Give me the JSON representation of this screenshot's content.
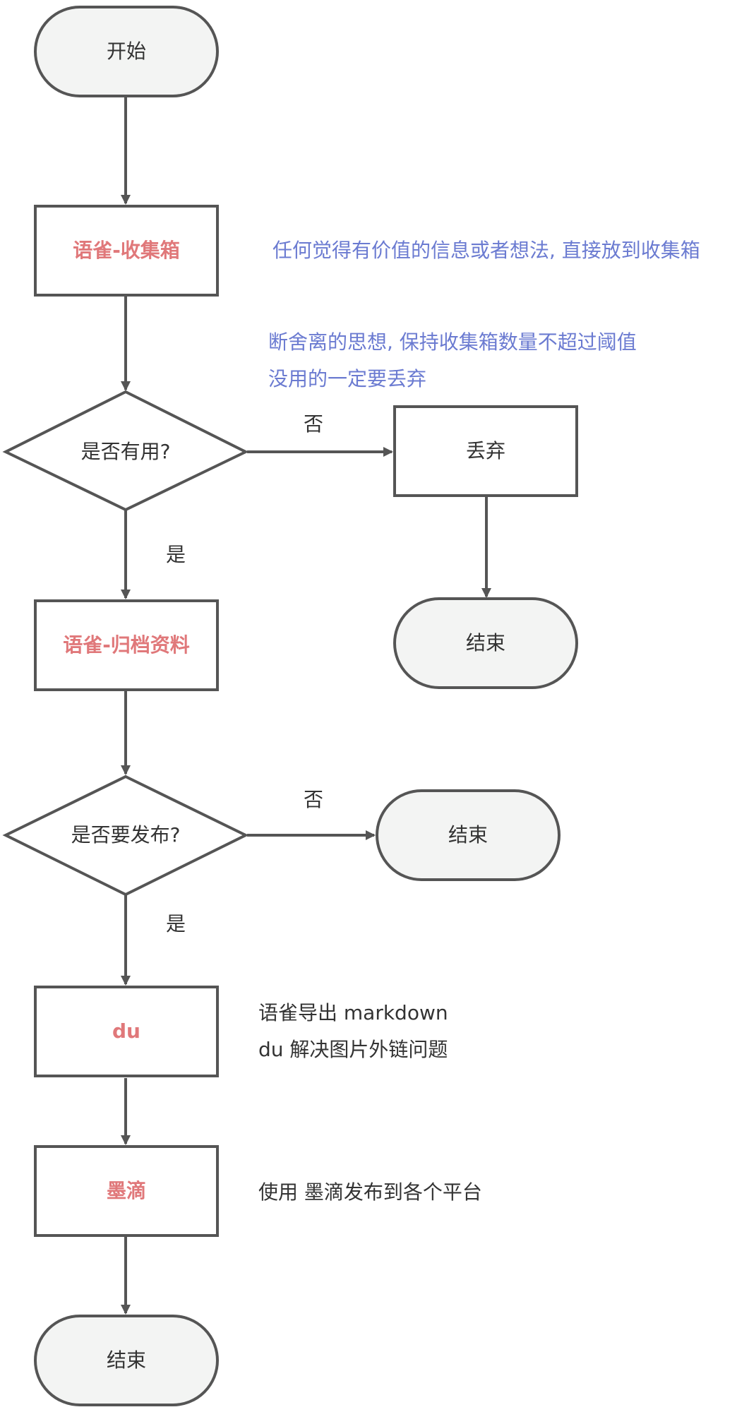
{
  "colors": {
    "line": "#555555",
    "terminal_fill": "#f3f4f3",
    "box_fill": "#ffffff",
    "accent_text": "#e0787a",
    "note_blue": "#6b7bd1",
    "text": "#333333"
  },
  "nodes": {
    "start": "开始",
    "collect": "语雀-收集箱",
    "useful": "是否有用?",
    "discard": "丢弃",
    "end_discard": "结束",
    "archive": "语雀-归档资料",
    "publish": "是否要发布?",
    "end_nopublish": "结束",
    "du": "du",
    "modi": "墨滴",
    "end_final": "结束"
  },
  "edge_labels": {
    "useful_no": "否",
    "useful_yes": "是",
    "publish_no": "否",
    "publish_yes": "是"
  },
  "notes": {
    "collect_note": "任何觉得有价值的信息或者想法, 直接放到收集箱",
    "useful_note_line1": "断舍离的思想, 保持收集箱数量不超过阈值",
    "useful_note_line2": "没用的一定要丢弃",
    "du_note_line1": "语雀导出 markdown",
    "du_note_line2": "du 解决图片外链问题",
    "modi_note": "使用 墨滴发布到各个平台"
  }
}
